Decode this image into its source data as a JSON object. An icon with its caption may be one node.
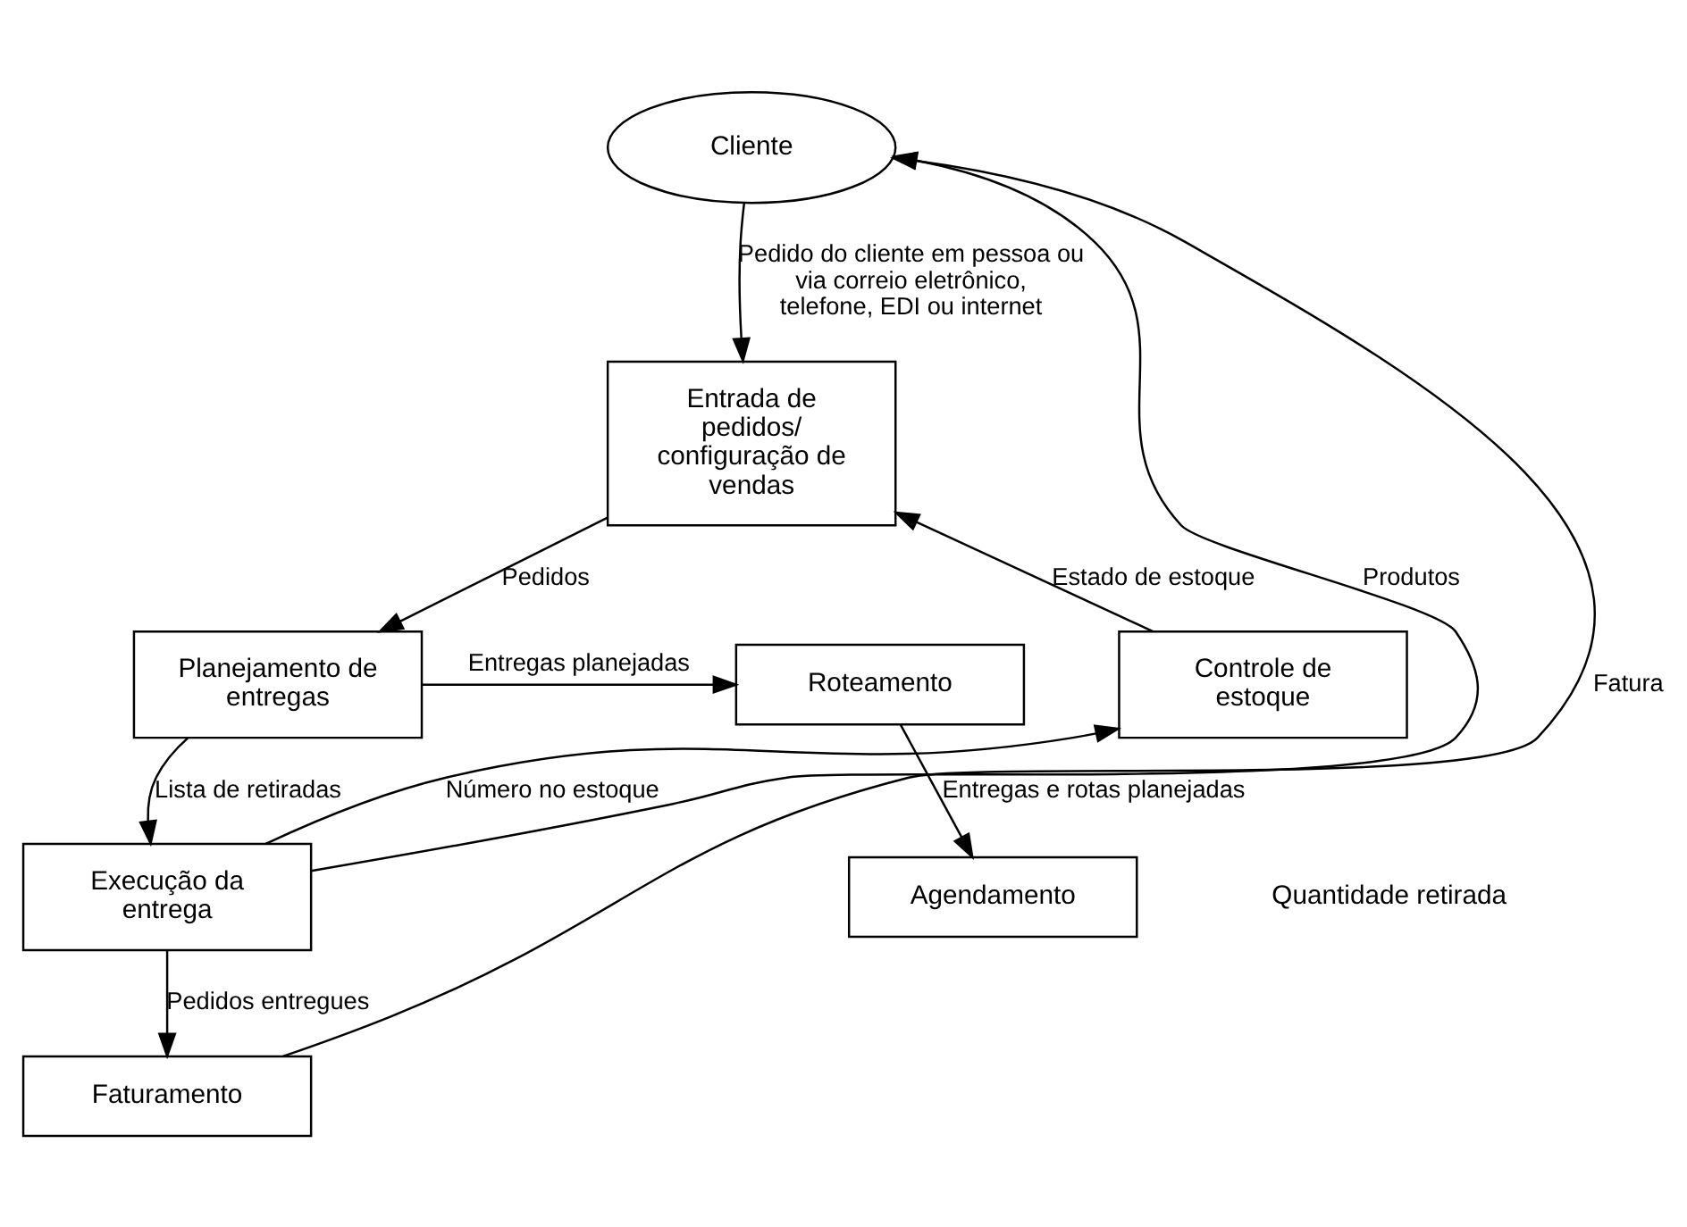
{
  "diagram": {
    "nodes": [
      {
        "text": [
          "Cliente"
        ]
      },
      {
        "text": [
          "Entrada de pedidos/ configuração de vendas"
        ]
      },
      {
        "text": [
          "Controle de estoque"
        ]
      },
      {
        "text": [
          "Planejamento de entregas"
        ]
      },
      {
        "text": [
          "Roteamento"
        ]
      },
      {
        "text": [
          "Execução da entrega"
        ]
      },
      {
        "text": [
          "Agendamento"
        ]
      },
      {
        "text": [
          "Faturamento"
        ]
      }
    ],
    "edges": [
      {
        "from": 0,
        "to": 1,
        "arrow": "to",
        "label": "Pedido do cliente em pessoa ou via correio eletrônico, telefone, EDI ou internet"
      },
      {
        "from": 2,
        "to": 1,
        "arrow": "to",
        "label": "Estado de estoque"
      },
      {
        "from": 1,
        "to": 3,
        "arrow": "to",
        "label": "Pedidos"
      },
      {
        "from": 3,
        "to": 4,
        "arrow": "to",
        "label": "Entregas planejadas"
      },
      {
        "from": 3,
        "to": 5,
        "arrow": "to",
        "label": "Lista de retiradas"
      },
      {
        "from": 4,
        "to": 6,
        "arrow": "to",
        "label": "Entregas e rotas planejadas"
      },
      {
        "from": 5,
        "to": 2,
        "arrow": "to",
        "label": "Número no estoque"
      },
      {
        "from": 5,
        "to": 0,
        "arrow": "to",
        "label": "Produtos"
      },
      {
        "from": 5,
        "to": 7,
        "arrow": "to",
        "label": "Pedidos entregues"
      },
      {
        "from": 7,
        "to": 0,
        "arrow": "to",
        "label": "Fatura"
      }
    ],
    "labels": [
      "Quantidade retirada"
    ]
  }
}
